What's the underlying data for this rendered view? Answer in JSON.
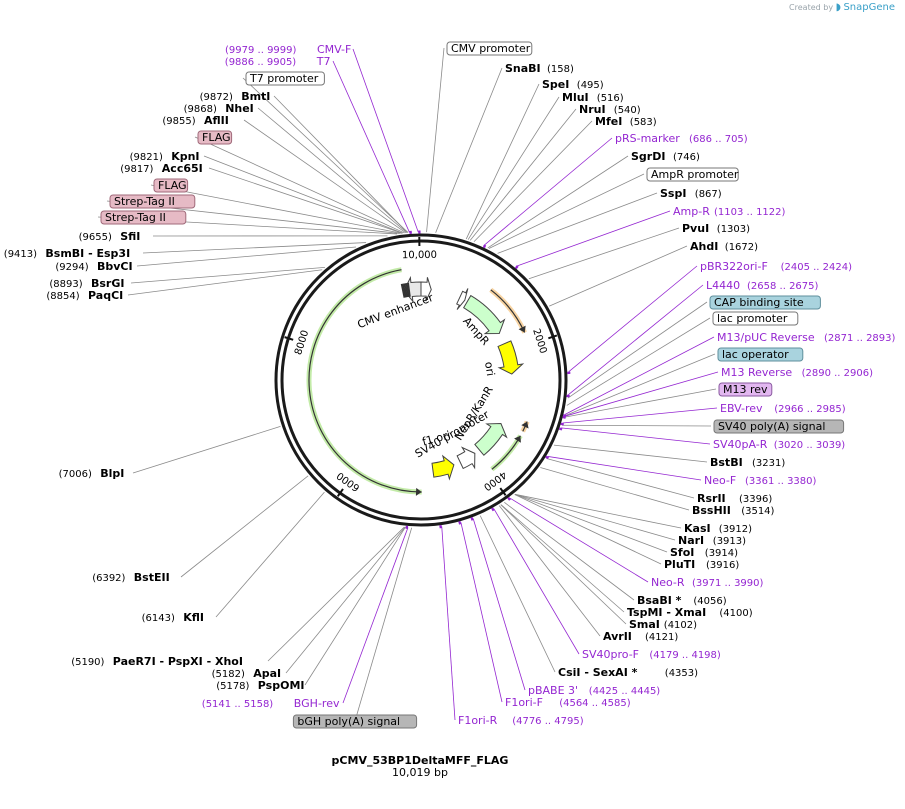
{
  "watermark": {
    "prefix": "Created by",
    "brand": "SnapGene"
  },
  "plasmid": {
    "name": "pCMV_53BP1DeltaMFF_FLAG",
    "length_label": "10,019 bp",
    "length": 10019
  },
  "ticks": [
    {
      "pos": 2000,
      "label": "2000"
    },
    {
      "pos": 4000,
      "label": "4000"
    },
    {
      "pos": 6000,
      "label": "6000"
    },
    {
      "pos": 8000,
      "label": "8000"
    },
    {
      "pos": 10000,
      "label": "10,000"
    }
  ],
  "features": [
    {
      "name": "CMV enhancer",
      "start": 9720,
      "end": 10019,
      "dir": -1,
      "color": "#e8e8e8",
      "label_side": "inner"
    },
    {
      "name": "CMV promoter",
      "start": 10019,
      "end": 180,
      "dir": 1,
      "color": "#ffffff"
    },
    {
      "name": "AmpR promoter",
      "start": 700,
      "end": 800,
      "dir": 1,
      "color": "#ffffff"
    },
    {
      "name": "AmpR",
      "start": 850,
      "end": 1650,
      "dir": 1,
      "color": "#ccffcc"
    },
    {
      "name": "ori",
      "start": 1850,
      "end": 2400,
      "dir": 1,
      "color": "#ffff00"
    },
    {
      "name": "NeoR/KanR",
      "start": 3300,
      "end": 3900,
      "dir": -1,
      "color": "#ccffcc"
    },
    {
      "name": "SV40 promoter",
      "start": 4000,
      "end": 4300,
      "dir": -1,
      "color": "#ffffff"
    },
    {
      "name": "f1 ori",
      "start": 4420,
      "end": 4800,
      "dir": -1,
      "color": "#ffff00"
    }
  ],
  "labels": [
    {
      "kind": "primer",
      "name": "CMV-F",
      "range": "(9979 .. 9999)"
    },
    {
      "kind": "primer",
      "name": "T7",
      "range": "(9886 .. 9905)"
    },
    {
      "kind": "feature",
      "name": "CMV promoter"
    },
    {
      "kind": "site",
      "name": "SnaBI",
      "pos": "(158)"
    },
    {
      "kind": "feature",
      "name": "T7 promoter"
    },
    {
      "kind": "site",
      "name": "SpeI",
      "pos": "(495)"
    },
    {
      "kind": "site",
      "name": "BmtI",
      "pos": "(9872)"
    },
    {
      "kind": "site",
      "name": "MluI",
      "pos": "(516)"
    },
    {
      "kind": "site",
      "name": "NheI",
      "pos": "(9868)"
    },
    {
      "kind": "site",
      "name": "NruI",
      "pos": "(540)"
    },
    {
      "kind": "site",
      "name": "AflII",
      "pos": "(9855)"
    },
    {
      "kind": "site",
      "name": "MfeI",
      "pos": "(583)"
    },
    {
      "kind": "tag",
      "name": "FLAG"
    },
    {
      "kind": "primer",
      "name": "pRS-marker",
      "range": "(686 .. 705)"
    },
    {
      "kind": "site",
      "name": "KpnI",
      "pos": "(9821)"
    },
    {
      "kind": "site",
      "name": "SgrDI",
      "pos": "(746)"
    },
    {
      "kind": "site",
      "name": "Acc65I",
      "pos": "(9817)"
    },
    {
      "kind": "feature",
      "name": "AmpR promoter"
    },
    {
      "kind": "tag",
      "name": "FLAG"
    },
    {
      "kind": "site",
      "name": "SspI",
      "pos": "(867)"
    },
    {
      "kind": "tag",
      "name": "Strep-Tag II"
    },
    {
      "kind": "primer",
      "name": "Amp-R",
      "range": "(1103 .. 1122)"
    },
    {
      "kind": "tag",
      "name": "Strep-Tag II"
    },
    {
      "kind": "site",
      "name": "PvuI",
      "pos": "(1303)"
    },
    {
      "kind": "site",
      "name": "SfiI",
      "pos": "(9655)"
    },
    {
      "kind": "site",
      "name": "AhdI",
      "pos": "(1672)"
    },
    {
      "kind": "site",
      "name": "BsmBI - Esp3I",
      "pos": "(9413)"
    },
    {
      "kind": "site",
      "name": "BbvCI",
      "pos": "(9294)"
    },
    {
      "kind": "primer",
      "name": "pBR322ori-F",
      "range": "(2405 .. 2424)"
    },
    {
      "kind": "site",
      "name": "BsrGI",
      "pos": "(8893)"
    },
    {
      "kind": "primer",
      "name": "L4440",
      "range": "(2658 .. 2675)"
    },
    {
      "kind": "site",
      "name": "PaqCI",
      "pos": "(8854)"
    },
    {
      "kind": "misc",
      "name": "CAP binding site"
    },
    {
      "kind": "feature",
      "name": "lac promoter"
    },
    {
      "kind": "primer",
      "name": "M13/pUC Reverse",
      "range": "(2871 .. 2893)"
    },
    {
      "kind": "misc",
      "name": "lac operator"
    },
    {
      "kind": "primer",
      "name": "M13 Reverse",
      "range": "(2890 .. 2906)"
    },
    {
      "kind": "misc2",
      "name": "M13 rev"
    },
    {
      "kind": "primer",
      "name": "EBV-rev",
      "range": "(2966 .. 2985)"
    },
    {
      "kind": "polya",
      "name": "SV40 poly(A) signal"
    },
    {
      "kind": "primer",
      "name": "SV40pA-R",
      "range": "(3020 .. 3039)"
    },
    {
      "kind": "site",
      "name": "BstBI",
      "pos": "(3231)"
    },
    {
      "kind": "primer",
      "name": "Neo-F",
      "range": "(3361 .. 3380)"
    },
    {
      "kind": "site",
      "name": "BlpI",
      "pos": "(7006)"
    },
    {
      "kind": "site",
      "name": "RsrII",
      "pos": "(3396)"
    },
    {
      "kind": "site",
      "name": "BssHII",
      "pos": "(3514)"
    },
    {
      "kind": "site",
      "name": "KasI",
      "pos": "(3912)"
    },
    {
      "kind": "site",
      "name": "NarI",
      "pos": "(3913)"
    },
    {
      "kind": "site",
      "name": "SfoI",
      "pos": "(3914)"
    },
    {
      "kind": "site",
      "name": "PluTI",
      "pos": "(3916)"
    },
    {
      "kind": "primer",
      "name": "Neo-R",
      "range": "(3971 .. 3990)"
    },
    {
      "kind": "site",
      "name": "BstEII",
      "pos": "(6392)"
    },
    {
      "kind": "site",
      "name": "BsaBI *",
      "pos": "(4056)"
    },
    {
      "kind": "site",
      "name": "TspMI - XmaI",
      "pos": "(4100)"
    },
    {
      "kind": "site",
      "name": "KflI",
      "pos": "(6143)"
    },
    {
      "kind": "site",
      "name": "SmaI",
      "pos": "(4102)"
    },
    {
      "kind": "site",
      "name": "AvrII",
      "pos": "(4121)"
    },
    {
      "kind": "primer",
      "name": "SV40pro-F",
      "range": "(4179 .. 4198)"
    },
    {
      "kind": "site",
      "name": "PaeR7I - PspXI - XhoI",
      "pos": "(5190)"
    },
    {
      "kind": "site",
      "name": "ApaI",
      "pos": "(5182)"
    },
    {
      "kind": "site",
      "name": "CsiI - SexAI *",
      "pos": "(4353)"
    },
    {
      "kind": "site",
      "name": "PspOMI",
      "pos": "(5178)"
    },
    {
      "kind": "primer",
      "name": "pBABE 3'",
      "range": "(4425 .. 4445)"
    },
    {
      "kind": "primer",
      "name": "BGH-rev",
      "range": "(5141 .. 5158)"
    },
    {
      "kind": "primer",
      "name": "F1ori-F",
      "range": "(4564 .. 4585)"
    },
    {
      "kind": "polya",
      "name": "bGH poly(A) signal"
    },
    {
      "kind": "primer",
      "name": "F1ori-R",
      "range": "(4776 .. 4795)"
    }
  ]
}
